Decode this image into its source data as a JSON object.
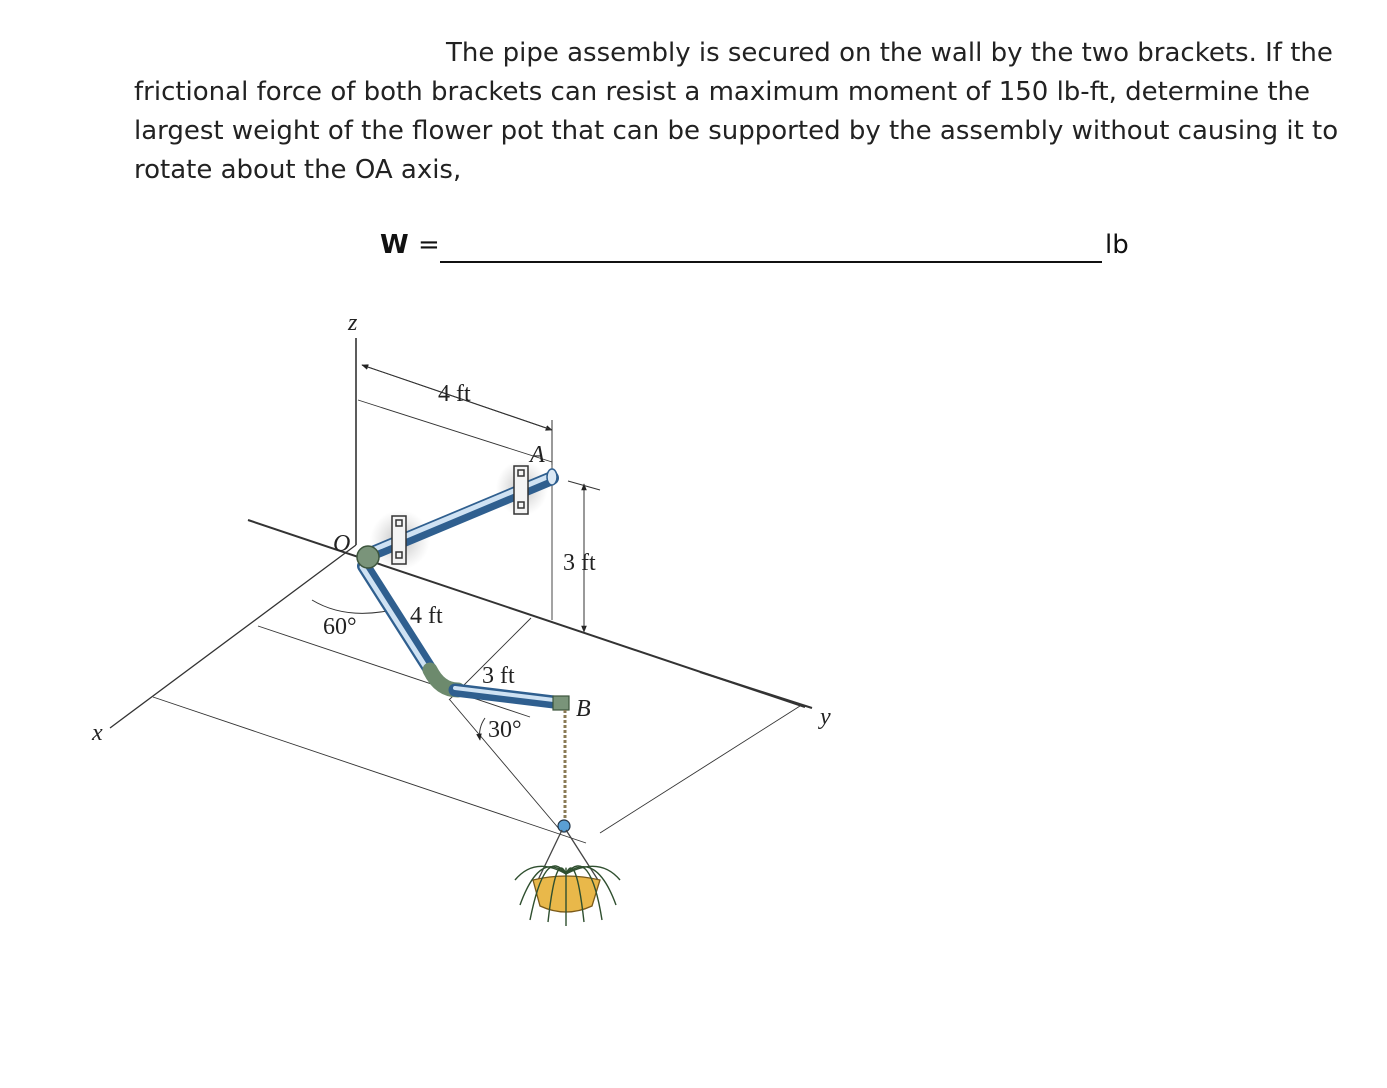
{
  "problem": {
    "lines": [
      "The pipe assembly is secured on the wall by the two brackets. If the",
      "frictional force of both brackets can resist a maximum moment of 150 lb-ft, determine the",
      "largest weight of the flower pot that can be supported by the assembly without causing it to",
      "rotate about the OA axis,"
    ]
  },
  "answer": {
    "variable": "W",
    "equals": "=",
    "value": "",
    "unit": "lb"
  },
  "figure": {
    "axis_x": "x",
    "axis_y": "y",
    "axis_z": "z",
    "point_o": "O",
    "point_a": "A",
    "point_b": "B",
    "dim_oa": "4 ft",
    "dim_a_height": "3 ft",
    "dim_pipe_down": "4 ft",
    "dim_pipe_to_b": "3 ft",
    "angle_60": "60°",
    "angle_30": "30°"
  }
}
